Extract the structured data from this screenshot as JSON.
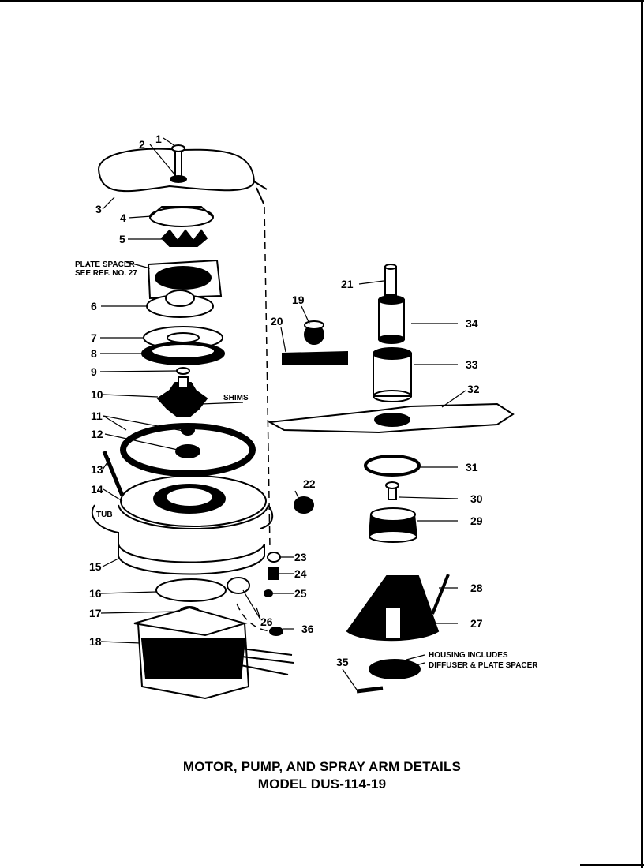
{
  "title": "MOTOR, PUMP, AND SPRAY ARM DETAILS",
  "subtitle": "MODEL DUS-114-19",
  "notes": {
    "plate_spacer_line1": "PLATE SPACER",
    "plate_spacer_line2": "SEE REF. NO. 27",
    "shims": "SHIMS",
    "tub": "TUB",
    "housing_line1": "HOUSING INCLUDES",
    "housing_line2": "DIFFUSER & PLATE SPACER"
  },
  "callouts": [
    "1",
    "2",
    "3",
    "4",
    "5",
    "6",
    "7",
    "8",
    "9",
    "10",
    "11",
    "12",
    "13",
    "14",
    "15",
    "16",
    "17",
    "18",
    "19",
    "20",
    "21",
    "22",
    "23",
    "24",
    "25",
    "26",
    "27",
    "28",
    "29",
    "30",
    "31",
    "32",
    "33",
    "34",
    "35",
    "36"
  ]
}
